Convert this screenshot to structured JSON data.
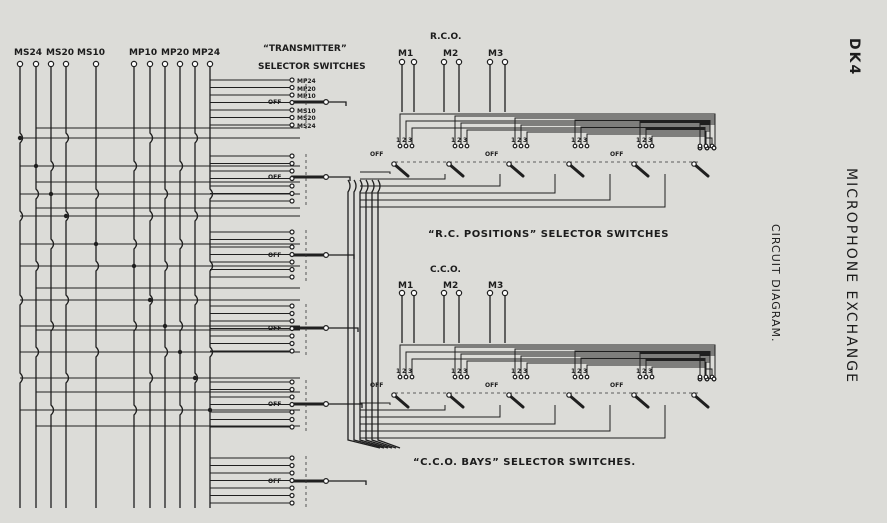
{
  "page_code": "DK4",
  "title": "MICROPHONE EXCHANGE",
  "subtitle": "CIRCUIT DIAGRAM.",
  "ms_labels": [
    "MS24",
    "MS20",
    "MS10"
  ],
  "mp_labels": [
    "MP10",
    "MP20",
    "MP24"
  ],
  "transmitter": {
    "heading_line1": "“TRANSMITTER”",
    "heading_line2": "SELECTOR SWITCHES",
    "contacts": [
      "MP24",
      "MP20",
      "MP10",
      "MS10",
      "MS20",
      "MS24"
    ]
  },
  "off_label": "OFF",
  "contact_nums": [
    "1",
    "2",
    "3"
  ],
  "rco": {
    "label": "R.C.O.",
    "mics": [
      "M1",
      "M2",
      "M3"
    ],
    "caption": "“R.C. POSITIONS” SELECTOR SWITCHES"
  },
  "cco": {
    "label": "C.C.O.",
    "mics": [
      "M1",
      "M2",
      "M3"
    ],
    "caption": "“C.C.O. BAYS” SELECTOR SWITCHES."
  }
}
